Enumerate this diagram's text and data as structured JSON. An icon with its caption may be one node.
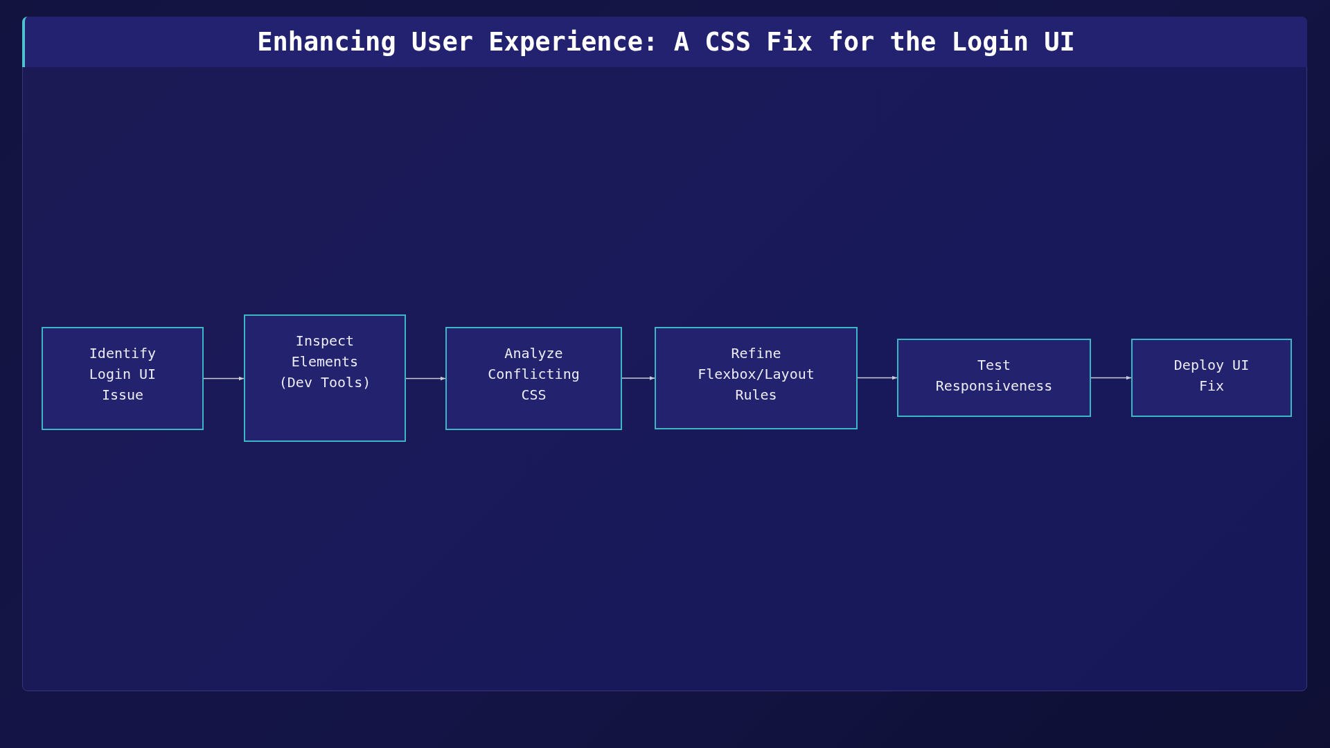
{
  "diagram": {
    "title": "Enhancing User Experience: A CSS Fix for the Login UI",
    "nodes": [
      {
        "text": [
          "Identify Login UI Issue"
        ]
      },
      {
        "text": [
          "Inspect Elements (Dev Tools)"
        ]
      },
      {
        "text": [
          "Analyze Conflicting CSS"
        ]
      },
      {
        "text": [
          "Refine Flexbox/Layout Rules"
        ]
      },
      {
        "text": [
          "Test Responsiveness"
        ]
      },
      {
        "text": [
          "Deploy UI Fix"
        ]
      }
    ],
    "edges": [
      {
        "from": 0,
        "to": 1,
        "arrow": "to"
      },
      {
        "from": 1,
        "to": 2,
        "arrow": "to"
      },
      {
        "from": 2,
        "to": 3,
        "arrow": "to"
      },
      {
        "from": 3,
        "to": 4,
        "arrow": "to"
      },
      {
        "from": 4,
        "to": 5,
        "arrow": "to"
      }
    ]
  }
}
